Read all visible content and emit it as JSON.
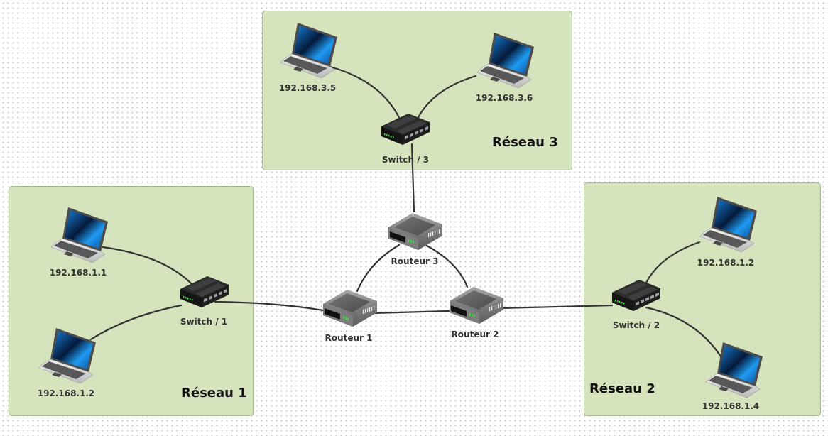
{
  "networks": [
    {
      "id": "r3",
      "title": "Réseau 3"
    },
    {
      "id": "r1",
      "title": "Réseau 1"
    },
    {
      "id": "r2",
      "title": "Réseau 2"
    }
  ],
  "devices": {
    "laptop_3_5": {
      "label": "192.168.3.5",
      "type": "laptop"
    },
    "laptop_3_6": {
      "label": "192.168.3.6",
      "type": "laptop"
    },
    "switch3": {
      "label": "Switch / 3",
      "type": "switch"
    },
    "laptop_1_1": {
      "label": "192.168.1.1",
      "type": "laptop"
    },
    "laptop_1_2": {
      "label": "192.168.1.2",
      "type": "laptop"
    },
    "switch1": {
      "label": "Switch / 1",
      "type": "switch"
    },
    "laptop_2_2": {
      "label": "192.168.1.2",
      "type": "laptop"
    },
    "laptop_2_4": {
      "label": "192.168.1.4",
      "type": "laptop"
    },
    "switch2": {
      "label": "Switch / 2",
      "type": "switch"
    },
    "router1": {
      "label": "Routeur 1",
      "type": "router"
    },
    "router2": {
      "label": "Routeur 2",
      "type": "router"
    },
    "router3": {
      "label": "Routeur 3",
      "type": "router"
    }
  },
  "links": [
    [
      "laptop_3_5",
      "switch3"
    ],
    [
      "laptop_3_6",
      "switch3"
    ],
    [
      "switch3",
      "router3"
    ],
    [
      "laptop_1_1",
      "switch1"
    ],
    [
      "laptop_1_2",
      "switch1"
    ],
    [
      "switch1",
      "router1"
    ],
    [
      "laptop_2_2",
      "switch2"
    ],
    [
      "laptop_2_4",
      "switch2"
    ],
    [
      "switch2",
      "router2"
    ],
    [
      "router1",
      "router3"
    ],
    [
      "router3",
      "router2"
    ],
    [
      "router1",
      "router2"
    ]
  ],
  "colors": {
    "network_fill": "#d6e4bd",
    "network_border": "#a4b88a",
    "link": "#333333"
  }
}
